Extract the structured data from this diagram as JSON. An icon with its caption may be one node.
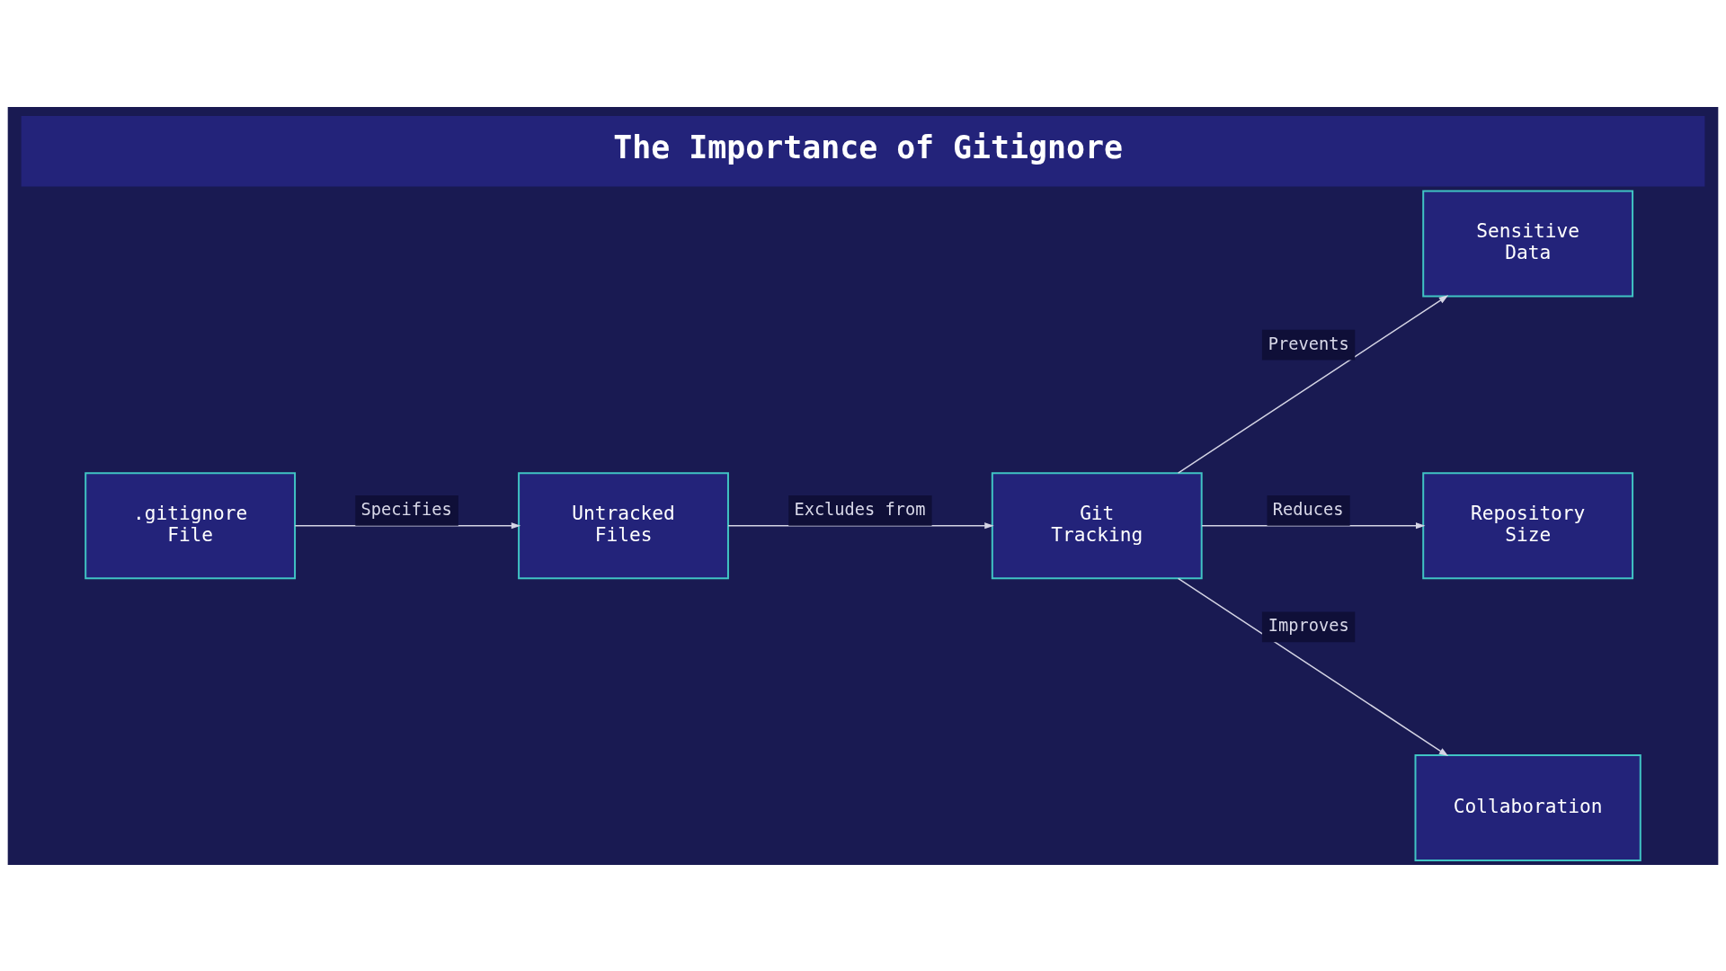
{
  "diagram": {
    "title": "The Importance of Gitignore",
    "nodes": [
      {
        "text": [
          ".gitignore File"
        ]
      },
      {
        "text": [
          "Untracked Files"
        ]
      },
      {
        "text": [
          "Git Tracking"
        ]
      },
      {
        "text": [
          "Sensitive Data"
        ]
      },
      {
        "text": [
          "Repository Size"
        ]
      },
      {
        "text": [
          "Collaboration"
        ]
      }
    ],
    "edges": [
      {
        "from": 0,
        "to": 1,
        "arrow": "to",
        "label": "Specifies"
      },
      {
        "from": 1,
        "to": 2,
        "arrow": "to",
        "label": "Excludes from"
      },
      {
        "from": 2,
        "to": 3,
        "arrow": "to",
        "label": "Prevents"
      },
      {
        "from": 2,
        "to": 4,
        "arrow": "to",
        "label": "Reduces"
      },
      {
        "from": 2,
        "to": 5,
        "arrow": "to",
        "label": "Improves"
      }
    ]
  }
}
